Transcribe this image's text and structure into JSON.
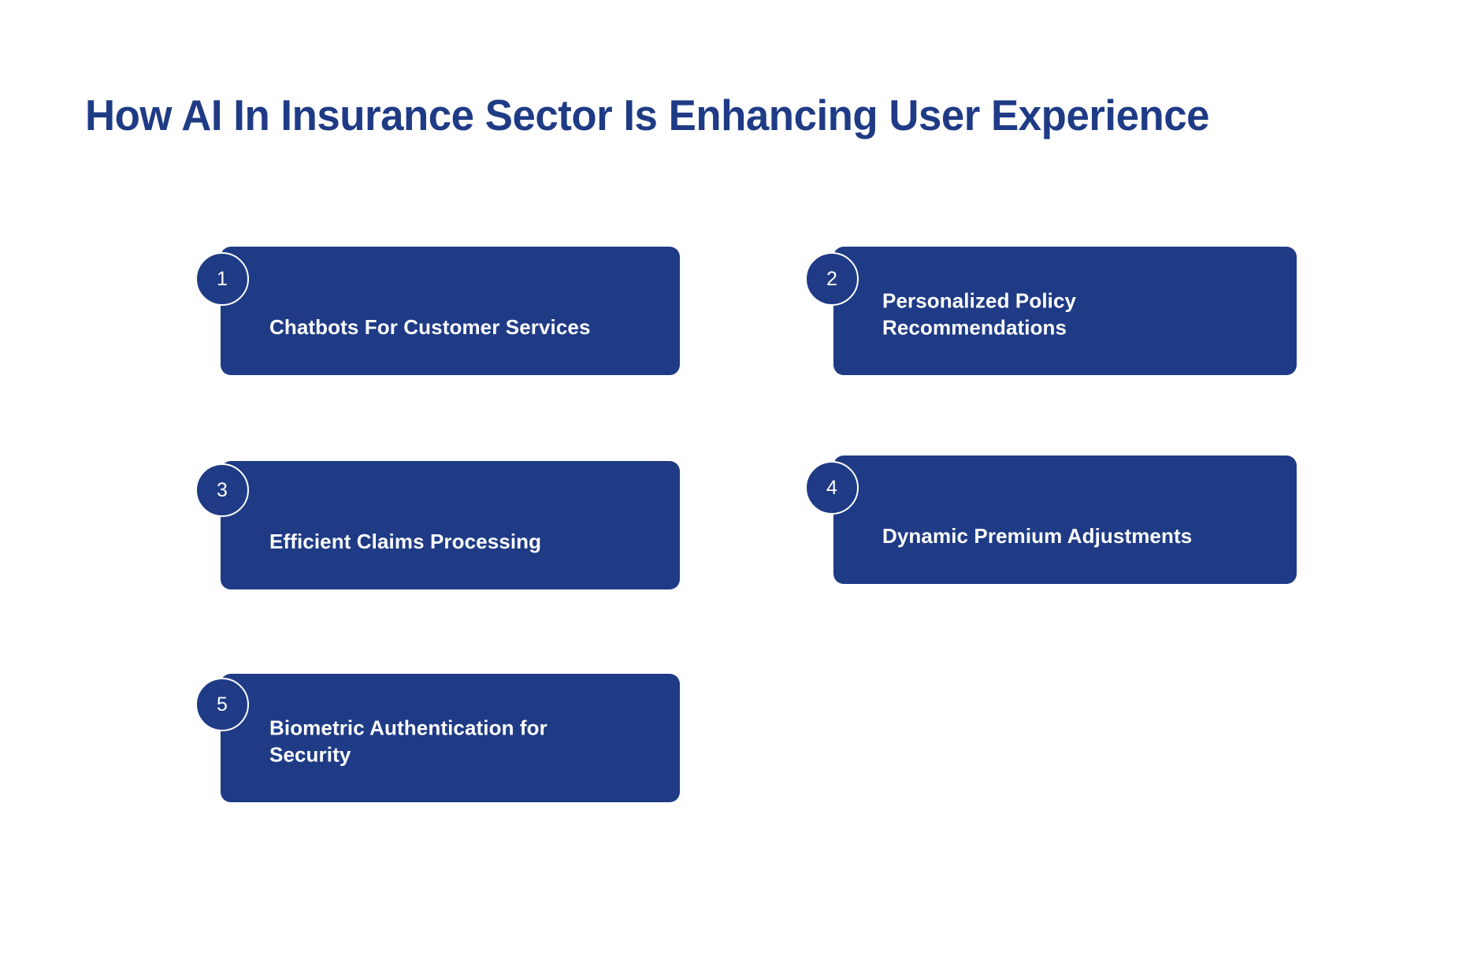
{
  "page": {
    "title": "How AI In Insurance Sector Is Enhancing User Experience",
    "background_color": "#ffffff",
    "brand_color": "#1f3b86",
    "text_on_brand_color": "#ffffff"
  },
  "cards": [
    {
      "number": "1",
      "label": "Chatbots For Customer Services",
      "lines": 1,
      "column": "left",
      "row": 1
    },
    {
      "number": "2",
      "label": "Personalized Policy Recommendations",
      "line_1": "Personalized Policy",
      "line_2": "Recommendations",
      "lines": 2,
      "column": "right",
      "row": 1
    },
    {
      "number": "3",
      "label": "Efficient Claims Processing",
      "lines": 1,
      "column": "left",
      "row": 2
    },
    {
      "number": "4",
      "label": "Dynamic Premium Adjustments",
      "lines": 1,
      "column": "right",
      "row": 2
    },
    {
      "number": "5",
      "label": "Biometric Authentication for Security",
      "line_1": "Biometric Authentication for",
      "line_2": "Security",
      "lines": 2,
      "column": "left",
      "row": 3
    }
  ]
}
